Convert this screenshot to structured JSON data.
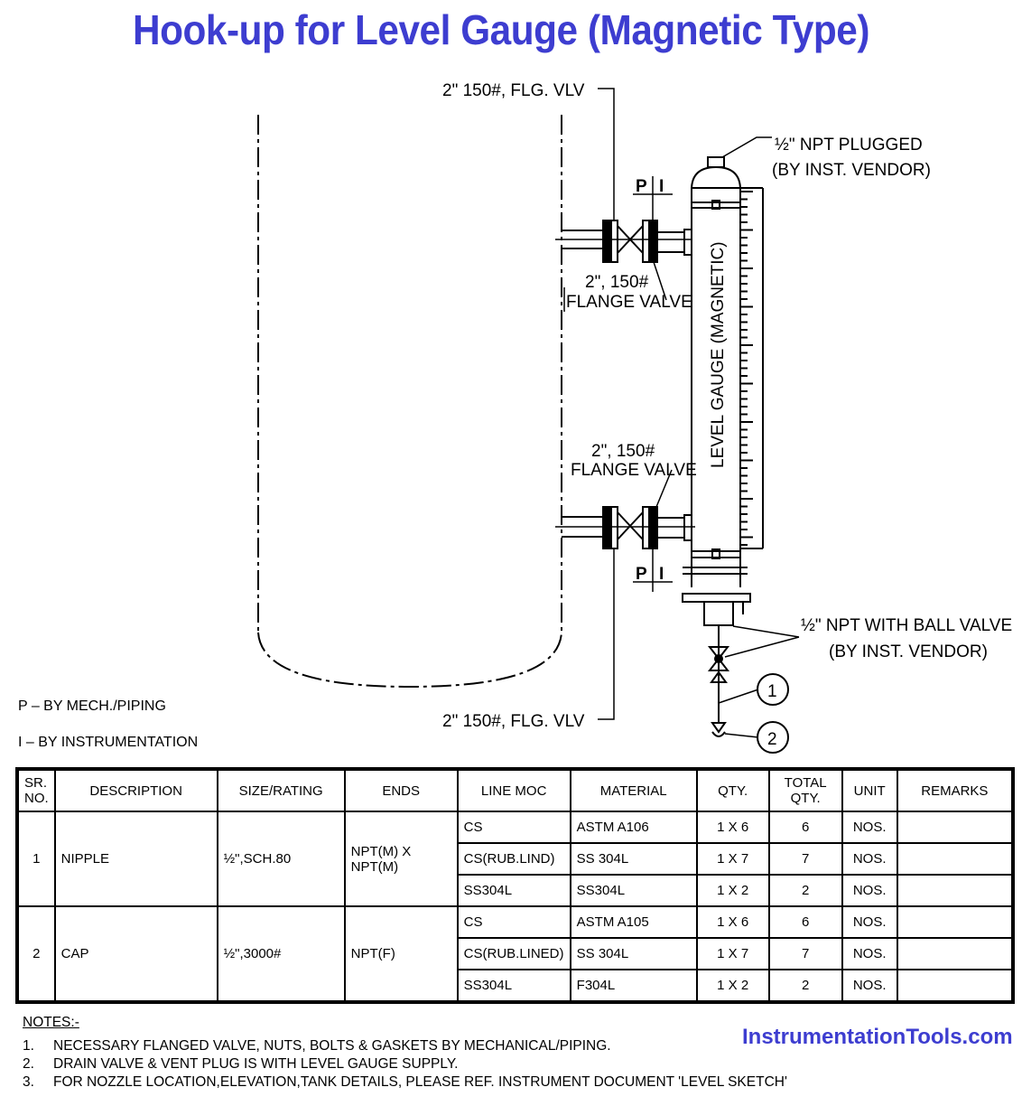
{
  "title": "Hook-up for Level Gauge (Magnetic Type)",
  "labels": {
    "top_valve": "2\" 150#, FLG. VLV",
    "bottom_valve": "2\" 150#, FLG. VLV",
    "vent_line1": "½\" NPT PLUGGED",
    "vent_line2": "(BY INST. VENDOR)",
    "upper_fv_size": "2\", 150#",
    "upper_fv_name": "FLANGE VALVE",
    "lower_fv_size": "2\", 150#",
    "lower_fv_name": "FLANGE VALVE",
    "gauge": "LEVEL GAUGE (MAGNETIC)",
    "drain_line1": "½\" NPT WITH BALL VALVE",
    "drain_line2": "(BY INST. VENDOR)",
    "p": "P",
    "i": "I",
    "balloon1": "1",
    "balloon2": "2"
  },
  "legend": [
    "P – BY MECH./PIPING",
    "I – BY INSTRUMENTATION"
  ],
  "table": {
    "headers": [
      "SR. NO.",
      "DESCRIPTION",
      "SIZE/RATING",
      "ENDS",
      "LINE MOC",
      "MATERIAL",
      "QTY.",
      "TOTAL QTY.",
      "UNIT",
      "REMARKS"
    ],
    "items": [
      {
        "sr": "1",
        "desc": "NIPPLE",
        "size": "½\",SCH.80",
        "ends": "NPT(M) X NPT(M)",
        "rows": [
          [
            "CS",
            "ASTM A106",
            "1 X 6",
            "6",
            "NOS."
          ],
          [
            "CS(RUB.LIND)",
            "SS 304L",
            "1 X 7",
            "7",
            "NOS."
          ],
          [
            "SS304L",
            "SS304L",
            "1 X 2",
            "2",
            "NOS."
          ]
        ]
      },
      {
        "sr": "2",
        "desc": "CAP",
        "size": "½\",3000#",
        "ends": "NPT(F)",
        "rows": [
          [
            "CS",
            "ASTM A105",
            "1 X 6",
            "6",
            "NOS."
          ],
          [
            "CS(RUB.LINED)",
            "SS 304L",
            "1 X 7",
            "7",
            "NOS."
          ],
          [
            "SS304L",
            "F304L",
            "1 X 2",
            "2",
            "NOS."
          ]
        ]
      }
    ]
  },
  "notes": {
    "heading": "NOTES:-",
    "items": [
      {
        "num": "1.",
        "text": "NECESSARY FLANGED VALVE, NUTS, BOLTS & GASKETS BY MECHANICAL/PIPING."
      },
      {
        "num": "2.",
        "text": "DRAIN VALVE & VENT PLUG IS WITH LEVEL GAUGE SUPPLY."
      },
      {
        "num": "3.",
        "text": "FOR NOZZLE LOCATION,ELEVATION,TANK DETAILS, PLEASE REF. INSTRUMENT DOCUMENT 'LEVEL SKETCH'"
      }
    ]
  },
  "brand": "InstrumentationTools.com",
  "colors": {
    "accent": "#3d3dd0"
  }
}
